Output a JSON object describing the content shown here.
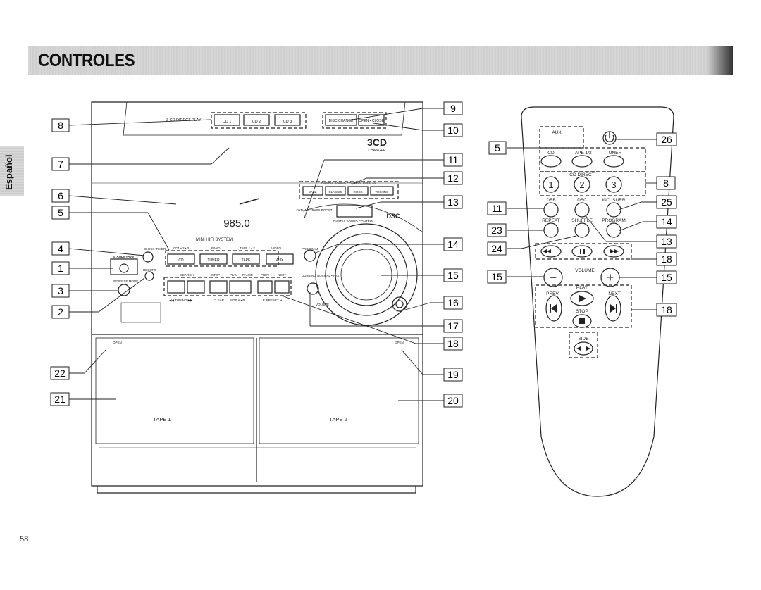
{
  "page": {
    "title": "CONTROLES",
    "side_label": "Español",
    "page_number": "58"
  },
  "callouts_main": [
    "8",
    "7",
    "6",
    "5",
    "4",
    "1",
    "3",
    "2",
    "22",
    "21"
  ],
  "callouts_device_right": [
    "9",
    "10",
    "11",
    "12",
    "13",
    "14",
    "15",
    "16",
    "17",
    "18",
    "19",
    "20"
  ],
  "callouts_remote_left": [
    "5",
    "11",
    "23",
    "24",
    "15"
  ],
  "callouts_remote_right": [
    "26",
    "8",
    "25",
    "14",
    "13",
    "18",
    "15",
    "18"
  ],
  "device": {
    "cd_direct_play": "3 CD DIRECT PLAY",
    "cd_buttons": [
      "CD 1",
      "CD 2",
      "CD 3"
    ],
    "disc_change": "DISC CHANGE",
    "open_close": "OPEN • CLOSE",
    "brand_3cd": "3CD",
    "brand_changer": "CHANGER",
    "dsc_display_label": "DIGITAL SOUND CONTROL DISPLAY",
    "dsc_buttons": [
      "JAZZ",
      "CLASSIC",
      "ROCK",
      "TECHNO"
    ],
    "dynamic_bass_boost": "DYNAMIC BASS BOOST",
    "digital_sound_control": "DIGITAL SOUND CONTROL",
    "dsc": "DSC",
    "display_digits": "985.0",
    "mini_hifi": "MINI HIFI SYSTEM",
    "clock_timer": "CLOCK•TIMER",
    "standby_on": "STANDBY•ON",
    "reverse_mode": "REVERSE MODE",
    "record": "RECORD",
    "program": "PROGRAM",
    "dubbing": "DUBBING NORMAL • FAST",
    "volume": "VOLUME",
    "source_labels": [
      "CD1 • 2 • 3",
      "BAND",
      "TAPE 1 • 2",
      "VIDEO"
    ],
    "source_buttons": [
      "CD",
      "TUNER",
      "TAPE",
      "AUX"
    ],
    "transport_labels": [
      "SEARCH",
      "STOP",
      "PLAY",
      "PAUSE",
      "PREV",
      "NEXT"
    ],
    "bottom_labels": [
      "◀◀ TUNING ▶▶",
      "CLEAR",
      "SIDE A • B",
      "▼ PRESET ▲"
    ],
    "open_label": "OPEN",
    "tape1": "TAPE 1",
    "tape2": "TAPE 2"
  },
  "remote": {
    "aux": "AUX",
    "cd": "CD",
    "tape12": "TAPE 1/2",
    "tuner": "TUNER",
    "cd_direct": "CD DIRECT",
    "digits": [
      "1",
      "2",
      "3"
    ],
    "dbb": "DBB",
    "dsc": "DSC",
    "inc_surr": "INC. SURR",
    "repeat": "REPEAT",
    "shuffle": "SHUFFLE",
    "program": "PROGRAM",
    "volume": "VOLUME",
    "minus": "−",
    "plus": "+",
    "play": "PLAY",
    "prev": "PREV",
    "next": "NEXT",
    "stop": "STOP",
    "side": "SIDE"
  }
}
